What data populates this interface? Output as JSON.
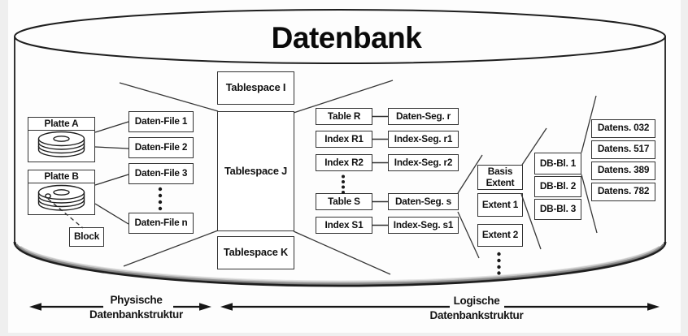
{
  "title": "Datenbank",
  "physical": {
    "disks": [
      {
        "label": "Platte A"
      },
      {
        "label": "Platte B"
      }
    ],
    "block": "Block",
    "files": [
      "Daten-File 1",
      "Daten-File 2",
      "Daten-File 3",
      "Daten-File n"
    ]
  },
  "logical": {
    "tablespaces": [
      "Tablespace I",
      "Tablespace J",
      "Tablespace K"
    ],
    "tables": [
      "Table R",
      "Index R1",
      "Index R2",
      "Table S",
      "Index S1"
    ],
    "segments": [
      "Daten-Seg. r",
      "Index-Seg. r1",
      "Index-Seg. r2",
      "Daten-Seg. s",
      "Index-Seg. s1"
    ],
    "extents": [
      "Basis Extent",
      "Extent 1",
      "Extent 2"
    ],
    "db_blocks": [
      "DB-Bl. 1",
      "DB-Bl. 2",
      "DB-Bl. 3"
    ],
    "records": [
      "Datens. 032",
      "Datens. 517",
      "Datens. 389",
      "Datens. 782"
    ]
  },
  "axes": {
    "physical": {
      "line1": "Physische",
      "line2": "Datenbankstruktur"
    },
    "logical": {
      "line1": "Logische",
      "line2": "Datenbankstruktur"
    }
  },
  "icons": {
    "disk_icon": "disk-platter-stack",
    "ellipsis_icon": "vertical-ellipsis"
  },
  "colors": {
    "line": "#2e2e2e",
    "box_border": "#333333",
    "background": "#ffffff",
    "frame": "#efefef"
  }
}
